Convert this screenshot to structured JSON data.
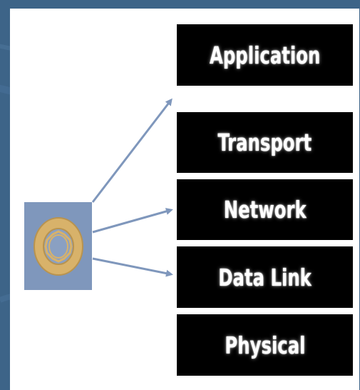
{
  "layers": {
    "application": "Application",
    "transport": "Transport",
    "network": "Network",
    "data_link": "Data Link",
    "physical": "Physical"
  },
  "colors": {
    "background": "#3d6488",
    "panel": "#ffffff",
    "layer_box": "#000000",
    "layer_text": "#ffffff",
    "device_box": "#7f97bc",
    "device_ring": "#d8b26a",
    "arrow": "#7f97bc"
  },
  "icons": {
    "device": "gear-ring-icon"
  }
}
